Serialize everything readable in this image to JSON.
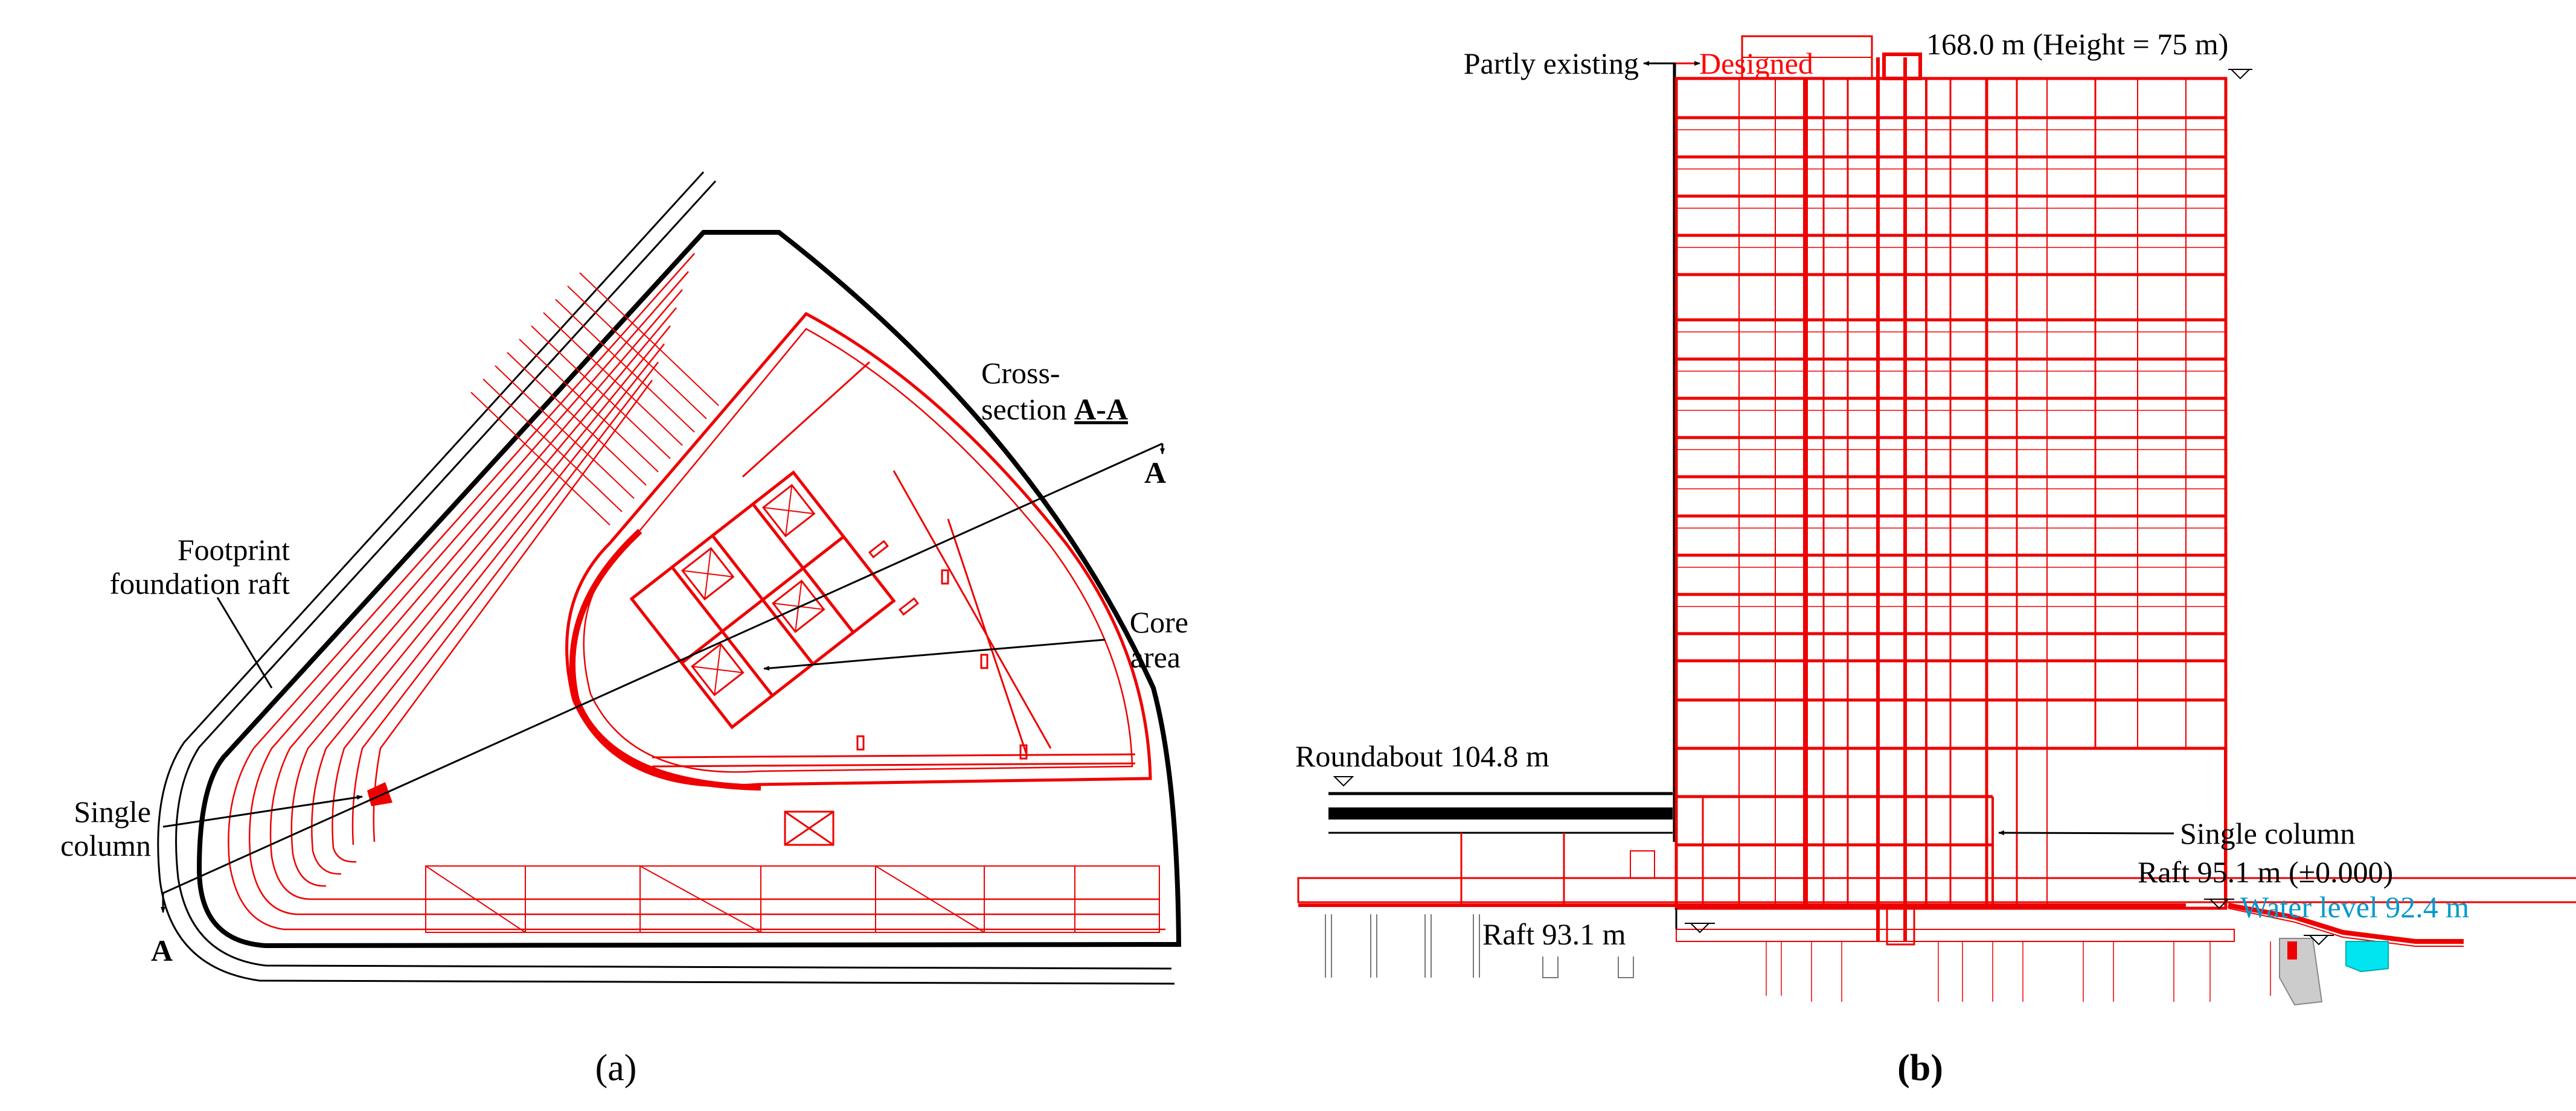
{
  "panel_a": {
    "caption": "(a)",
    "labels": {
      "cross_section_line1": "Cross-",
      "cross_section_line2_prefix": "section ",
      "cross_section_line2_bold": "A-A",
      "section_marker_top": "A",
      "section_marker_bottom": "A",
      "footprint_line1": "Footprint",
      "footprint_line2": "foundation raft",
      "core_line1": "Core",
      "core_line2": "area",
      "single_column_line1": "Single",
      "single_column_line2": "column"
    }
  },
  "panel_b": {
    "caption": "(b)",
    "labels": {
      "partly_existing": "Partly existing",
      "designed": "Designed",
      "top_level": "168.0 m (Height = 75 m)",
      "roundabout": "Roundabout 104.8 m",
      "single_column": "Single column",
      "raft_951": "Raft 95.1 m (±0.000)",
      "water_level": "Water level 92.4 m",
      "raft_931": "Raft 93.1 m"
    }
  },
  "colors": {
    "existing_structure": "#000000",
    "designed_structure": "#ff0000",
    "water": "#0099cc",
    "water_fill": "#00e5f0"
  }
}
